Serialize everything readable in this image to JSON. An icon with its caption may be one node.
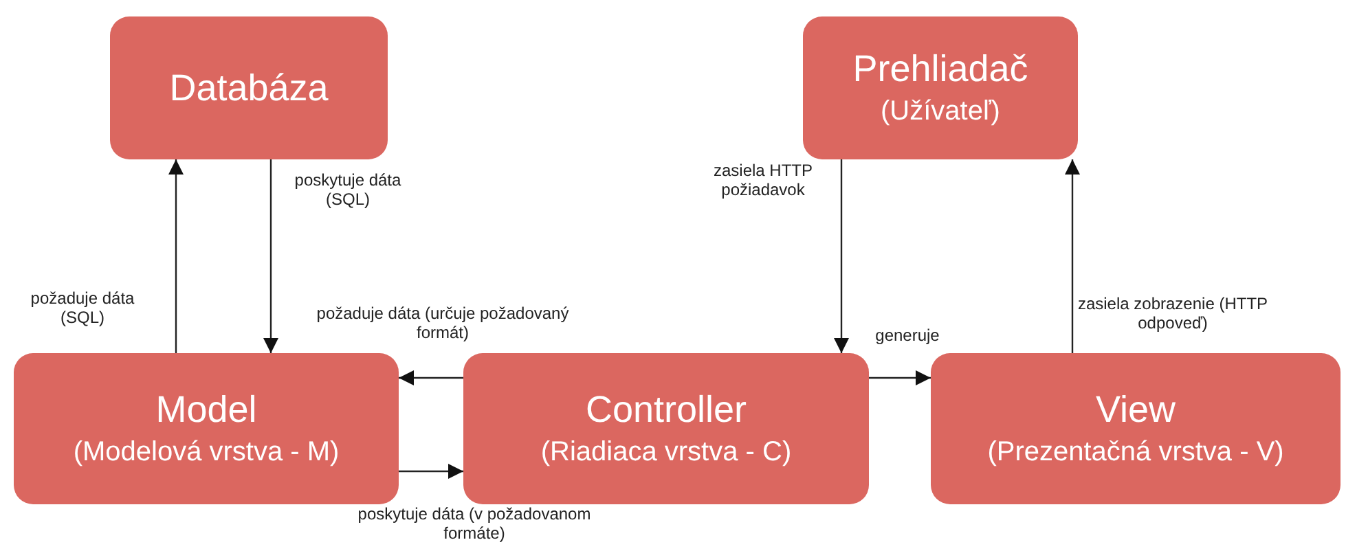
{
  "diagram": {
    "nodes": [
      {
        "text": [
          "Databáza"
        ]
      },
      {
        "text": [
          "Prehliadač",
          "(Užívateľ)"
        ]
      },
      {
        "text": [
          "Model",
          "(Modelová vrstva - M)"
        ]
      },
      {
        "text": [
          "Controller",
          "(Riadiaca vrstva - C)"
        ]
      },
      {
        "text": [
          "View",
          "(Prezentačná vrstva - V)"
        ]
      }
    ],
    "edges": [
      {
        "from": 2,
        "to": 0,
        "arrow": "to",
        "label": "požaduje dáta (SQL)"
      },
      {
        "from": 0,
        "to": 2,
        "arrow": "to",
        "label": "poskytuje dáta (SQL)"
      },
      {
        "from": 3,
        "to": 2,
        "arrow": "to",
        "label": "požaduje dáta (určuje požadovaný formát)"
      },
      {
        "from": 2,
        "to": 3,
        "arrow": "to",
        "label": "poskytuje dáta (v požadovanom formáte)"
      },
      {
        "from": 1,
        "to": 3,
        "arrow": "to",
        "label": "zasiela HTTP požiadavok"
      },
      {
        "from": 3,
        "to": 4,
        "arrow": "to",
        "label": "generuje"
      },
      {
        "from": 4,
        "to": 1,
        "arrow": "to",
        "label": "zasiela zobrazenie (HTTP odpoveď)"
      }
    ]
  }
}
